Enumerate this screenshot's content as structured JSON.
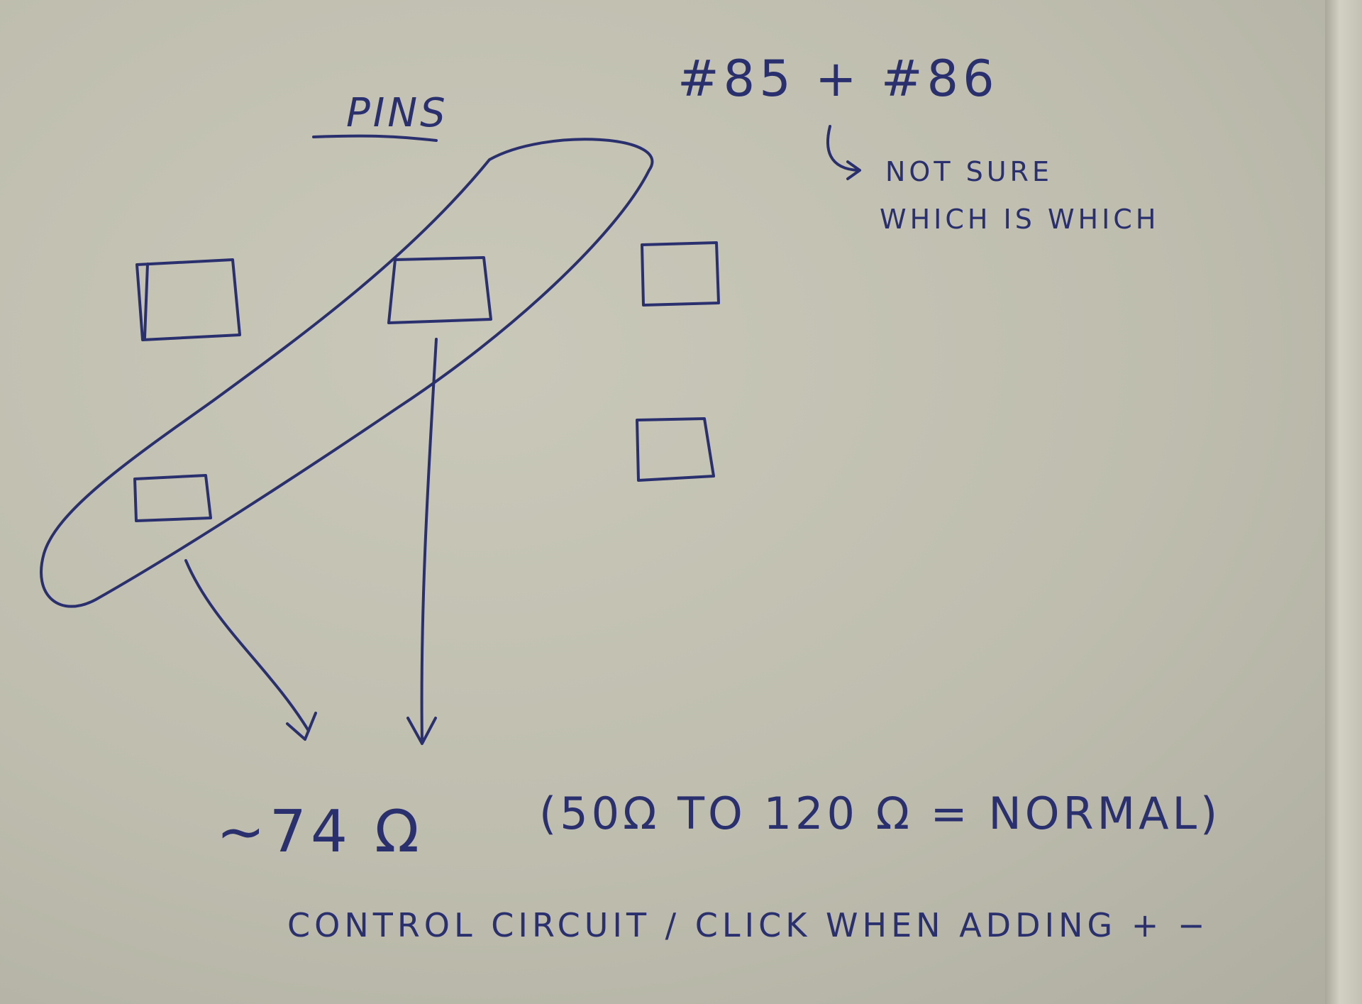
{
  "title": "PINS",
  "pin_numbers": "#85 + #86",
  "pin_note_line1": "NOT SURE",
  "pin_note_line2": "WHICH IS WHICH",
  "resistance_main": "~74 Ω",
  "resistance_range": "(50Ω TO 120 Ω = NORMAL)",
  "bottom_note": "CONTROL CIRCUIT / CLICK WHEN ADDING + −",
  "ink_color": "#2a2f6e"
}
